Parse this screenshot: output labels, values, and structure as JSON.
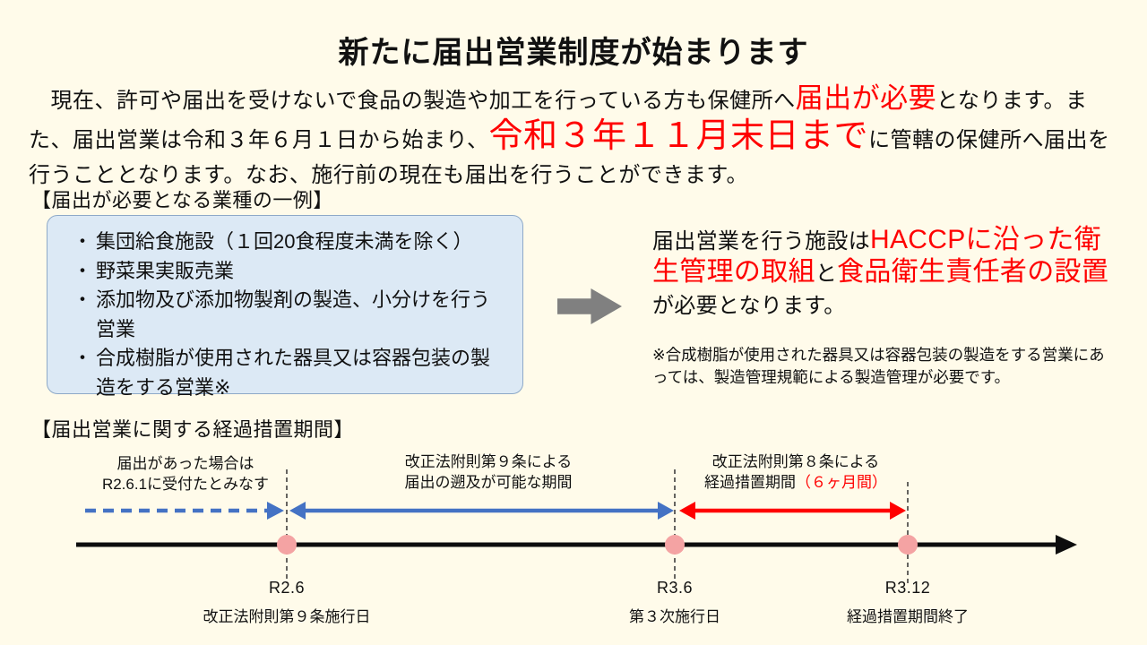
{
  "colors": {
    "background": "#FFFBEA",
    "accent_red": "#FF0000",
    "arrow_blue": "#4472C4",
    "example_box_fill": "#DCE9F5",
    "example_box_border": "#8EA9C8",
    "gray_arrow": "#808080",
    "milestone_dot_pink": "#F4A3A3",
    "timeline_axis": "#0D0D0D"
  },
  "title": "新たに届出営業制度が始まります",
  "intro": {
    "seg1": "　現在、許可や届出を受けないで食品の製造や加工を行っている方も保健所へ",
    "seg2_red": "届出が必要",
    "seg3": "となります。また、届出営業は令和３年６月１日から始まり、",
    "seg4_red": "令和３年１１月末日まで",
    "seg5": "に管轄の保健所へ届出を行うこととなります。なお、施行前の現在も届出を行うことができます。"
  },
  "examples_section": {
    "heading": "【届出が必要となる業種の一例】",
    "items": [
      "集団給食施設（１回20食程度未満を除く）",
      "野菜果実販売業",
      "添加物及び添加物製剤の製造、小分けを行う営業",
      "合成樹脂が使用された器具又は容器包装の製造をする営業※"
    ]
  },
  "haccp_block": {
    "seg1": "届出営業を行う施設は",
    "seg2_red": "HACCPに沿った衛生管理の取組",
    "seg3": "と",
    "seg4_red": "食品衛生責任者の設置",
    "seg5": "が必要となります。",
    "footnote": "※合成樹脂が使用された器具又は容器包装の製造をする営業にあっては、製造管理規範による製造管理が必要です。"
  },
  "timeline_section": {
    "heading": "【届出営業に関する経過措置期間】",
    "span1": {
      "line1": "届出があった場合は",
      "line2": "R2.6.1に受付たとみなす"
    },
    "span2": {
      "line1": "改正法附則第９条による",
      "line2": "届出の遡及が可能な期間"
    },
    "span3": {
      "line1": "改正法附則第８条による",
      "line2_black": "経過措置期間",
      "line2_red": "（６ヶ月間）"
    },
    "milestones": [
      {
        "date": "R2.6",
        "label": "改正法附則第９条施行日"
      },
      {
        "date": "R3.6",
        "label": "第３次施行日"
      },
      {
        "date": "R3.12",
        "label": "経過措置期間終了"
      }
    ]
  }
}
